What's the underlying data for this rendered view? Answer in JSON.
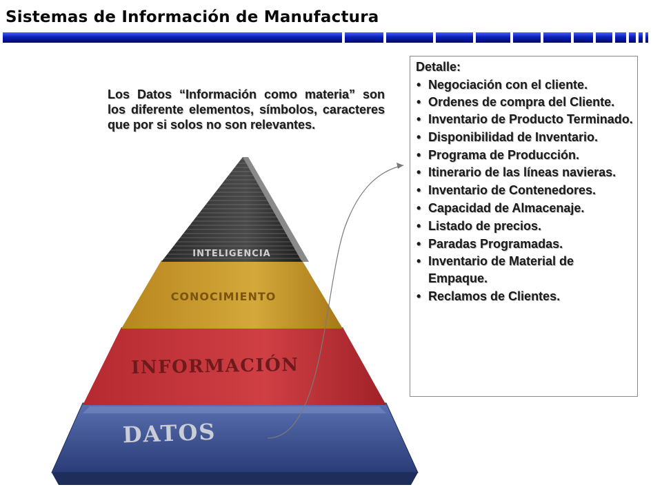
{
  "slide": {
    "title": "Sistemas de Información de Manufactura",
    "accent_color": "#0a1fb8"
  },
  "intro_text": "Los Datos “Información como materia” son los diferente elementos,  símbolos, caracteres que por si solos no son relevantes.",
  "pyramid": {
    "levels": [
      {
        "label": "INTELIGENCIA",
        "color": "#3a3a3a"
      },
      {
        "label": "CONOCIMIENTO",
        "color": "#c79a2a"
      },
      {
        "label": "INFORMACIÓN",
        "color": "#c0343a"
      },
      {
        "label": "DATOS",
        "color": "#4a5f9a"
      }
    ]
  },
  "detail": {
    "heading": "Detalle:",
    "bullet": "•",
    "items": [
      "Negociación con el cliente.",
      "Ordenes de compra del Cliente.",
      "Inventario de Producto Terminado.",
      "Disponibilidad de Inventario.",
      "Programa de Producción.",
      "Itinerario de las líneas navieras.",
      "Inventario de Contenedores.",
      "Capacidad de Almacenaje.",
      "Listado de precios.",
      "Paradas Programadas.",
      "Inventario de Material de Empaque.",
      "Reclamos de Clientes."
    ]
  }
}
